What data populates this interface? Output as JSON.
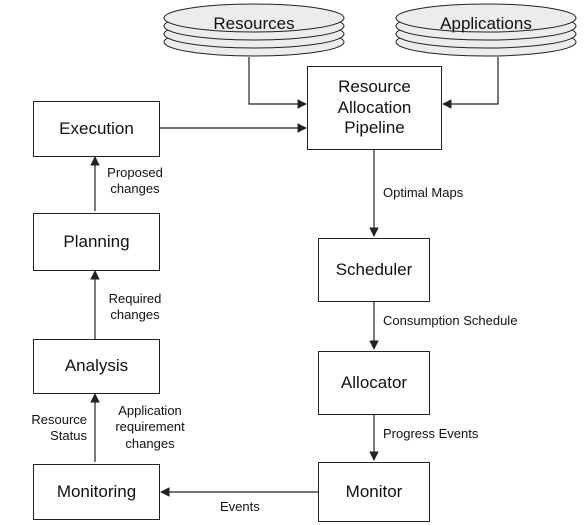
{
  "sources": {
    "resources": "Resources",
    "applications": "Applications"
  },
  "nodes": {
    "pipeline": [
      "Resource",
      "Allocation",
      "Pipeline"
    ],
    "scheduler": "Scheduler",
    "allocator": "Allocator",
    "monitor": "Monitor",
    "execution": "Execution",
    "planning": "Planning",
    "analysis": "Analysis",
    "monitoring": "Monitoring"
  },
  "edges": {
    "optimal_maps": "Optimal Maps",
    "consumption_schedule": "Consumption Schedule",
    "progress_events": "Progress Events",
    "events": "Events",
    "proposed_changes": [
      "Proposed",
      "changes"
    ],
    "required_changes": [
      "Required",
      "changes"
    ],
    "resource_status": [
      "Resource",
      "Status"
    ],
    "application_requirement_changes": [
      "Application",
      "requirement",
      "changes"
    ]
  },
  "colors": {
    "stroke": "#222222",
    "disk_fill": "#ececec",
    "background": "#ffffff"
  }
}
